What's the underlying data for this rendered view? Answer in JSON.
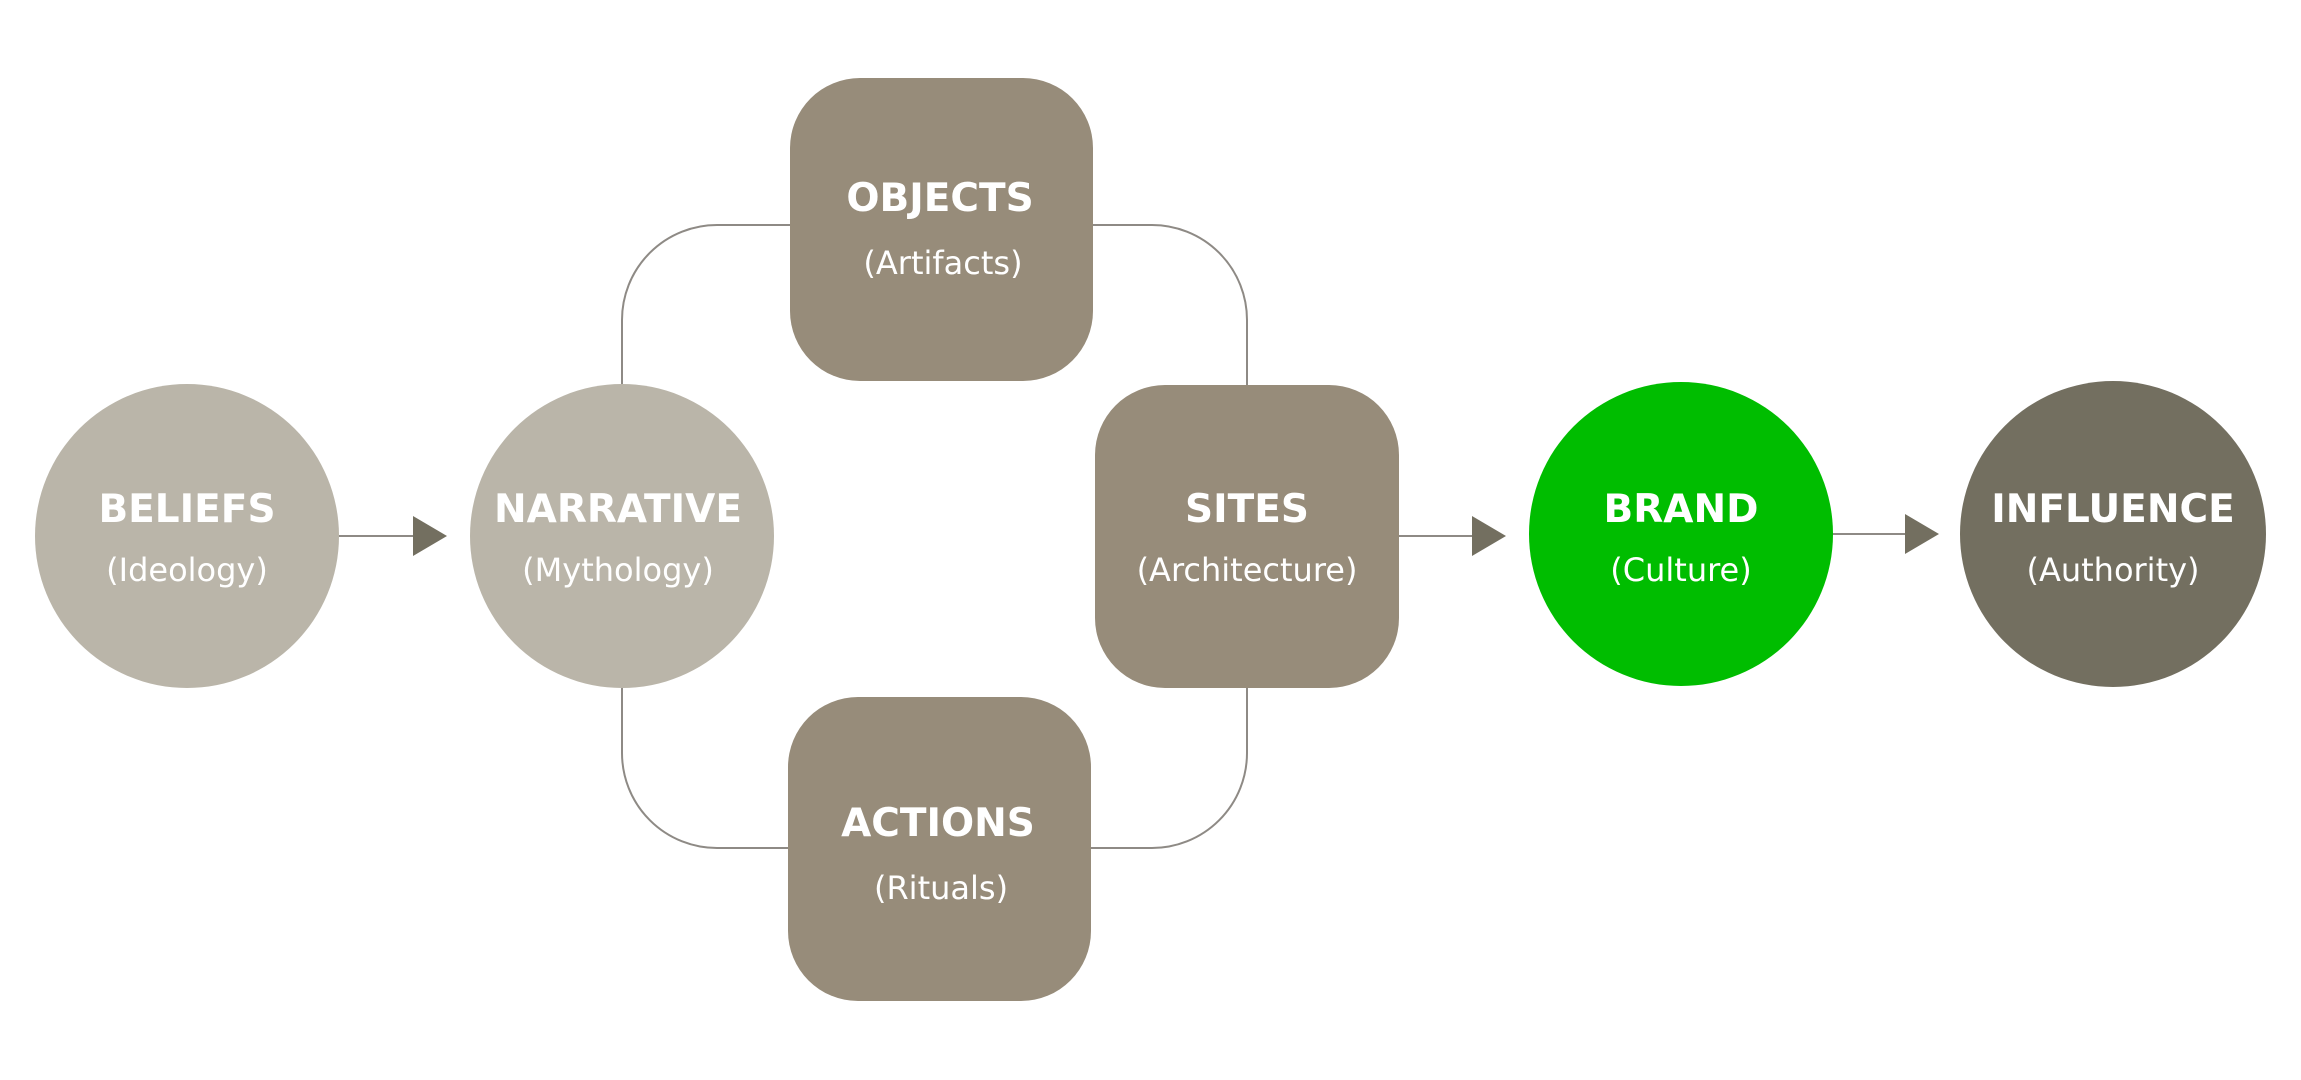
{
  "colors": {
    "light": "#bab5a9",
    "mid": "#978c7a",
    "dark": "#736f60",
    "accent": "#00bd00",
    "arrow": "#736f60",
    "line": "#8e8a85"
  },
  "nodes": {
    "beliefs": {
      "title": "BELIEFS",
      "subtitle": "(Ideology)"
    },
    "narrative": {
      "title": "NARRATIVE",
      "subtitle": "(Mythology)"
    },
    "objects": {
      "title": "OBJECTS",
      "subtitle": "(Artifacts)"
    },
    "sites": {
      "title": "SITES",
      "subtitle": "(Architecture)"
    },
    "actions": {
      "title": "ACTIONS",
      "subtitle": "(Rituals)"
    },
    "brand": {
      "title": "BRAND",
      "subtitle": "(Culture)"
    },
    "influence": {
      "title": "INFLUENCE",
      "subtitle": "(Authority)"
    }
  },
  "edges": [
    {
      "from": "BELIEFS",
      "to": "NARRATIVE"
    },
    {
      "from": "NARRATIVE",
      "to": "OBJECTS"
    },
    {
      "from": "NARRATIVE",
      "to": "ACTIONS"
    },
    {
      "from": "OBJECTS",
      "to": "SITES"
    },
    {
      "from": "ACTIONS",
      "to": "SITES"
    },
    {
      "from": "SITES",
      "to": "BRAND"
    },
    {
      "from": "BRAND",
      "to": "INFLUENCE"
    }
  ]
}
